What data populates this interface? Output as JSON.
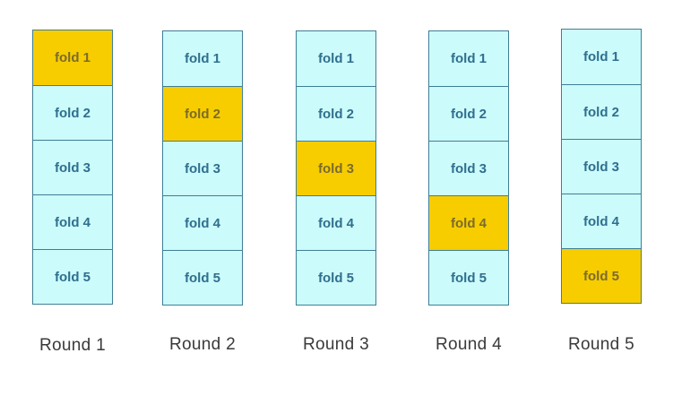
{
  "diagram": {
    "rounds": [
      {
        "label": "Round 1",
        "folds": [
          "fold 1",
          "fold 2",
          "fold 3",
          "fold 4",
          "fold 5"
        ],
        "test_fold": 1
      },
      {
        "label": "Round 2",
        "folds": [
          "fold 1",
          "fold 2",
          "fold 3",
          "fold 4",
          "fold 5"
        ],
        "test_fold": 2
      },
      {
        "label": "Round 3",
        "folds": [
          "fold 1",
          "fold 2",
          "fold 3",
          "fold 4",
          "fold 5"
        ],
        "test_fold": 3
      },
      {
        "label": "Round 4",
        "folds": [
          "fold 1",
          "fold 2",
          "fold 3",
          "fold 4",
          "fold 5"
        ],
        "test_fold": 4
      },
      {
        "label": "Round 5",
        "folds": [
          "fold 1",
          "fold 2",
          "fold 3",
          "fold 4",
          "fold 5"
        ],
        "test_fold": 5
      }
    ],
    "colors": {
      "train_fill": "#ccfbfb",
      "test_fill": "#f7cd00",
      "border": "#3f7e95",
      "fold_text": "#2f6f8e",
      "test_text": "#7b6b2c",
      "label_text": "#3a3a3a"
    }
  }
}
